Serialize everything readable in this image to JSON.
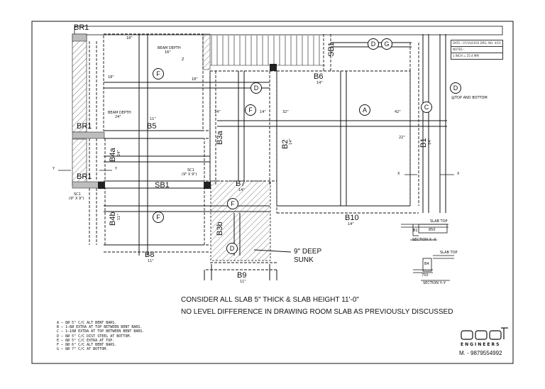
{
  "drawing": {
    "beams": {
      "br1_top": "BR1",
      "br1_mid": "BR1",
      "br1_low": "BR1",
      "b5": "B5",
      "sb1_mid": "SB1",
      "sb1_top": "SB1",
      "b4a": "B4a",
      "b4b": "B4b",
      "b3a": "B3a",
      "b3b": "B3b",
      "b2": "B2",
      "b1": "B1",
      "b6": "B6",
      "b7": "B7",
      "b8": "B8",
      "b9": "B9",
      "b10": "B10"
    },
    "sizes": {
      "b5": "11\"",
      "b6": "14\"",
      "b7": "14\"",
      "b8": "11\"",
      "b9": "11\"",
      "b10": "14\"",
      "b2": "14\"",
      "b1": "14\"",
      "b4a": "24\"",
      "b4b": "11\"",
      "sc1_a": "SC1",
      "sc1_a_size": "(9\" X 9\")",
      "sc1_b": "SC1",
      "sc1_b_size": "(9\" X 9\")"
    },
    "notes": {
      "beam_depth_1": "BEAM DEPTH",
      "beam_depth_1_val": "16\"",
      "beam_depth_2": "BEAM DEPTH",
      "beam_depth_2_val": "24\"",
      "top_and_bottom": "@TOP AND BOTTOM",
      "deep_sunk_1": "9\" DEEP",
      "deep_sunk_2": "SUNK",
      "dim_18a": "18\"",
      "dim_18b": "18\"",
      "dim_18c": "18\"",
      "dim_14a": "14\"",
      "dim_14b": "14\"",
      "dim_32": "32\"",
      "dim_42": "42\"",
      "dim_22": "22\"",
      "axis_y_left": "Y",
      "axis_y_mid": "Y",
      "axis_x_left": "X",
      "axis_x_right": "X",
      "z": "Z"
    },
    "bars": {
      "f1": "F",
      "f2": "F",
      "f3": "F",
      "f4": "F",
      "d1": "D",
      "d2": "D",
      "d3": "D",
      "d4": "D",
      "g": "G",
      "a": "A",
      "c": "C"
    },
    "sections": {
      "xx_label": "SECTION X--X",
      "yy_label": "SECTION Y--Y",
      "b1": "B1",
      "b4": "B4",
      "slab_top": "SLAB TOP",
      "dim_850": "850",
      "dim_750": "750"
    }
  },
  "title_block": {
    "date": "DATE : 07/10/2016",
    "drg_no": "DRG. NO. 4/10",
    "notes": "NOTES :",
    "unit": "1 INCH = 25.4 MM"
  },
  "general_notes": {
    "line1": "CONSIDER ALL SLAB 5\" THICK & SLAB HEIGHT 11'-0\"",
    "line2": "NO LEVEL DIFFERENCE IN DRAWING ROOM SLAB AS PREVIOUSLY DISCUSSED"
  },
  "legend": [
    "A – 8Ø 5\" C/C ALT BENT BARS.",
    "B – 1–8Ø EXTRA AT TOP BETWEEN BENT BARS.",
    "C – 1–10Ø EXTRA AT TOP BETWEEN BENT BARS.",
    "D – 8Ø 5\" C/C DIST STEEL AT BOTTOM.",
    "E – 8Ø 5\" C/C EXTRA AT TOP.",
    "F – 8Ø 6\" C/C ALT BENT BARS.",
    "G – 8Ø 7\" C/C AT BOTTOM."
  ],
  "company": {
    "name": "ENGINEERS",
    "phone": "M. - 9879554992"
  },
  "colors": {
    "ink": "#111111",
    "hatch": "#555555",
    "grey_fill": "#bdbdbd"
  }
}
